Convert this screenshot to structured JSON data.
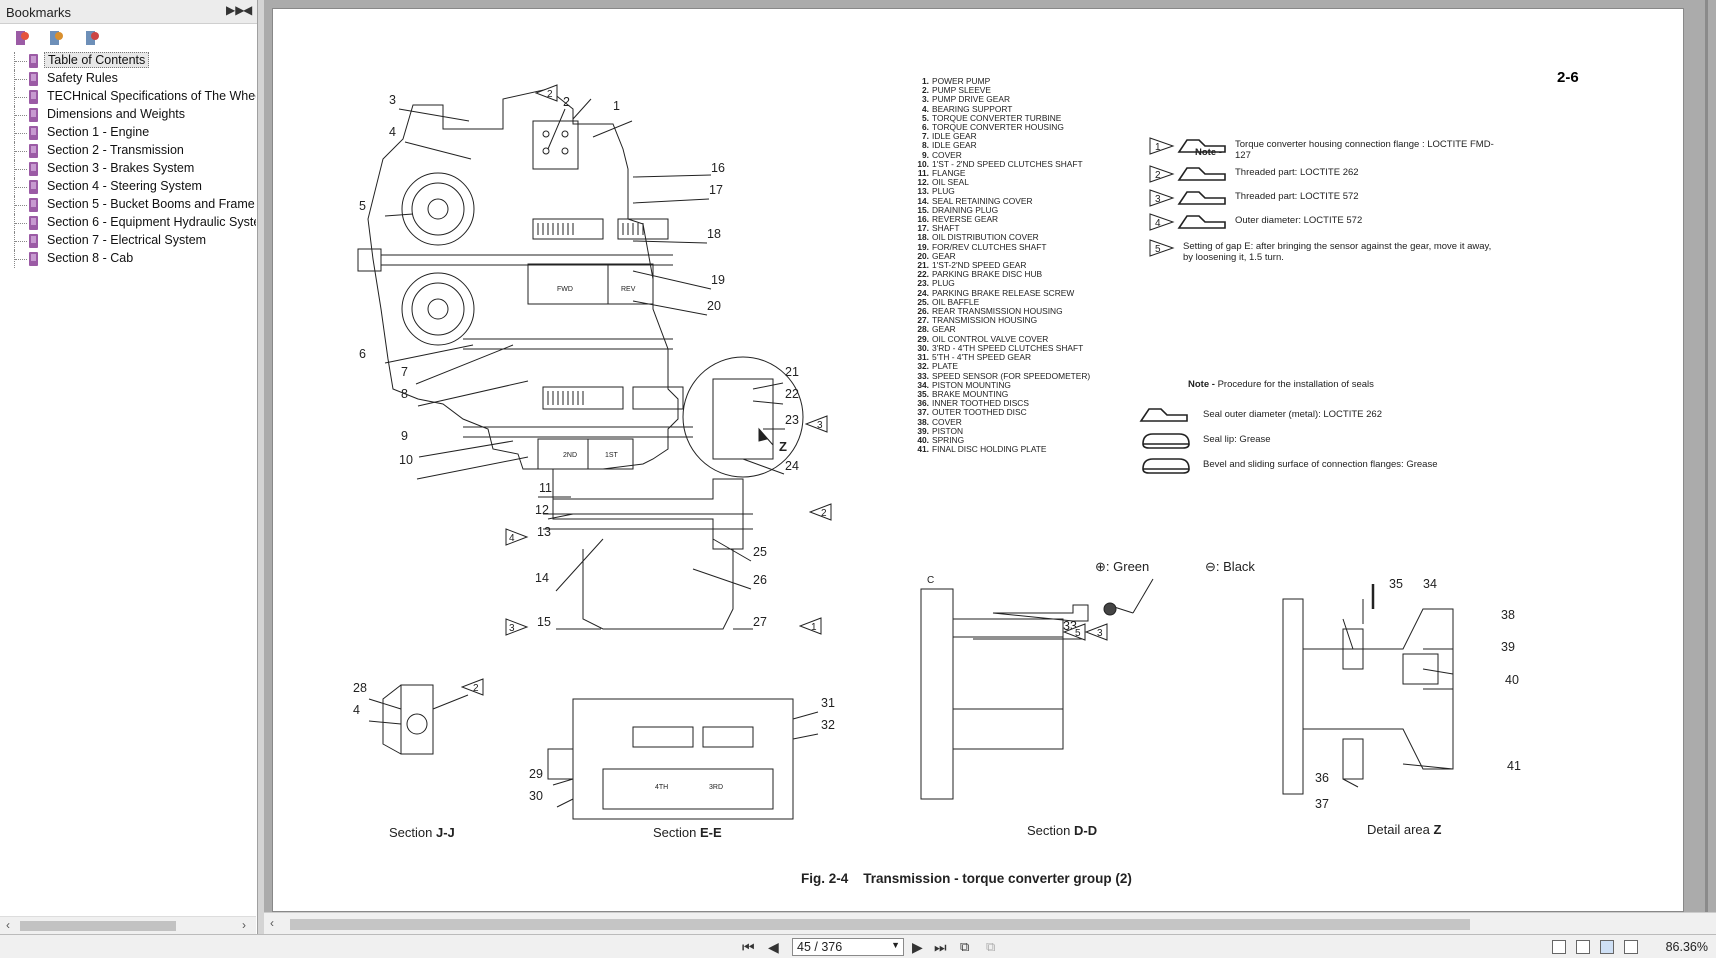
{
  "bookmarks": {
    "title": "Bookmarks",
    "items": [
      {
        "label": "Table of Contents",
        "selected": true
      },
      {
        "label": "Safety Rules"
      },
      {
        "label": "TECHnical Specifications of The Whee"
      },
      {
        "label": "Dimensions and Weights"
      },
      {
        "label": "Section 1 - Engine"
      },
      {
        "label": "Section 2 - Transmission"
      },
      {
        "label": "Section 3 - Brakes System"
      },
      {
        "label": "Section 4 - Steering System"
      },
      {
        "label": "Section 5 - Bucket Booms and Frame"
      },
      {
        "label": "Section 6 - Equipment Hydraulic Syste"
      },
      {
        "label": "Section 7 - Electrical System"
      },
      {
        "label": "Section 8 - Cab"
      }
    ]
  },
  "page": {
    "number": "2-6",
    "legend": [
      "POWER PUMP",
      "PUMP SLEEVE",
      "PUMP DRIVE GEAR",
      "BEARING SUPPORT",
      "TORQUE CONVERTER TURBINE",
      "TORQUE CONVERTER HOUSING",
      "IDLE GEAR",
      "IDLE GEAR",
      "COVER",
      "1'ST - 2'ND SPEED CLUTCHES SHAFT",
      "FLANGE",
      "OIL SEAL",
      "PLUG",
      "SEAL RETAINING COVER",
      "DRAINING PLUG",
      "REVERSE GEAR",
      "SHAFT",
      "OIL DISTRIBUTION COVER",
      "FOR/REV CLUTCHES SHAFT",
      "GEAR",
      "1'ST-2'ND SPEED GEAR",
      "PARKING BRAKE DISC HUB",
      "PLUG",
      "PARKING BRAKE RELEASE SCREW",
      "OIL BAFFLE",
      "REAR TRANSMISSION HOUSING",
      "TRANSMISSION HOUSING",
      "GEAR",
      "OIL CONTROL VALVE COVER",
      "3'RD - 4'TH SPEED CLUTCHES SHAFT",
      "5'TH - 4'TH SPEED GEAR",
      "PLATE",
      "SPEED SENSOR (FOR SPEEDOMETER)",
      "PISTON MOUNTING",
      "BRAKE MOUNTING",
      "INNER TOOTHED DISCS",
      "OUTER TOOTHED DISC",
      "COVER",
      "PISTON",
      "SPRING",
      "FINAL DISC HOLDING PLATE"
    ],
    "note1_label": "Note -",
    "notes": [
      {
        "n": "1",
        "text": "Torque converter housing connection flange : LOCTITE FMD-127"
      },
      {
        "n": "2",
        "text": "Threaded part: LOCTITE 262"
      },
      {
        "n": "3",
        "text": "Threaded part: LOCTITE 572"
      },
      {
        "n": "4",
        "text": "Outer diameter: LOCTITE 572"
      },
      {
        "n": "5",
        "text": "Setting of gap E: after bringing the sensor against the gear, move it away, by loosening it, 1.5 turn."
      }
    ],
    "note2_label": "Note -",
    "note2_text": "Procedure for the installation of seals",
    "seals": [
      "Seal outer diameter (metal): LOCTITE 262",
      "Seal lip: Grease",
      "Bevel and sliding surface of connection flanges: Grease"
    ],
    "plus_label": ": Green",
    "minus_label": ": Black",
    "sections": [
      {
        "pre": "Section",
        "bold": "J-J"
      },
      {
        "pre": "Section",
        "bold": "E-E"
      },
      {
        "pre": "Section",
        "bold": "D-D"
      },
      {
        "pre": "Detail area",
        "bold": "Z"
      }
    ],
    "caption_fig": "Fig. 2-4",
    "caption_text": "Transmission - torque converter group (2)",
    "view_letter": "Z",
    "dim_letter": "C",
    "shaft_labels": [
      "FWD",
      "REV",
      "2ND",
      "1ST",
      "4TH",
      "3RD"
    ]
  },
  "status": {
    "page_indicator": "45 / 376",
    "zoom": "86.36%"
  }
}
